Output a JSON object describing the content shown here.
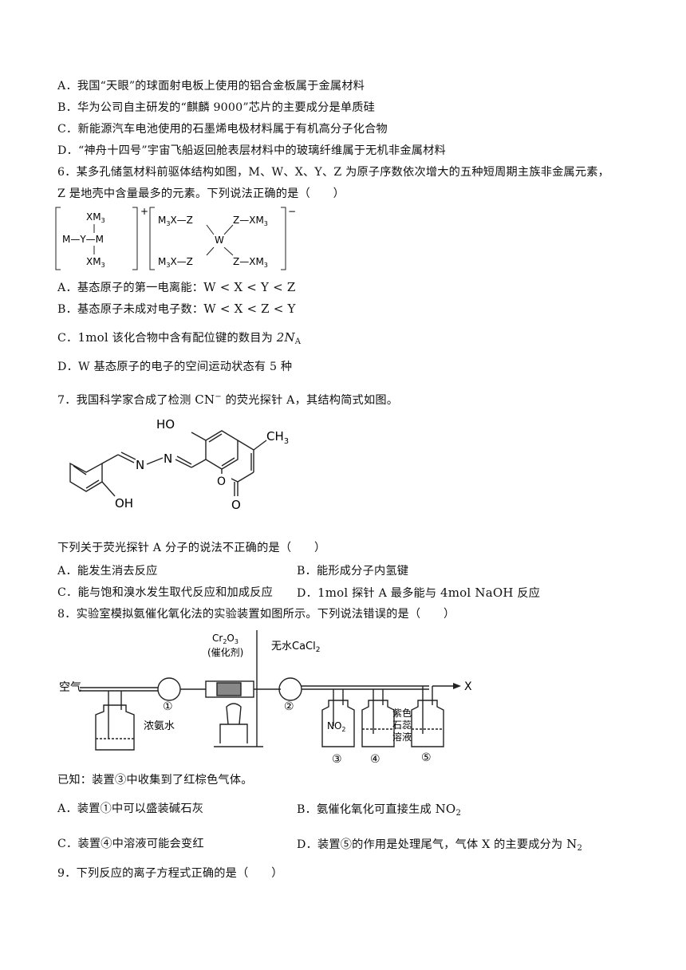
{
  "q5": {
    "A": "A．我国“天眼”的球面射电板上使用的铝合金板属于金属材料",
    "B": "B．华为公司自主研发的“麒麟 9000”芯片的主要成分是单质硅",
    "C": "C．新能源汽车电池使用的石墨烯电极材料属于有机高分子化合物",
    "D": "D．“神舟十四号”宇宙飞船返回舱表层材料中的玻璃纤维属于无机非金属材料"
  },
  "q6": {
    "stem1": "6．某多孔储氢材料前驱体结构如图，M、W、X、Y、Z 为原子序数依次增大的五种短周期主族非金属元素，",
    "stem2": "Z 是地壳中含量最多的元素。下列说法正确的是（　　）",
    "structure": {
      "cation_top": "XM",
      "cation_bottom": "XM",
      "cation_left": "M—Y—M",
      "cation_charge": "+",
      "anion_tl": "M",
      "anion_tr": "Z—XM",
      "anion_bl": "M",
      "anion_br": "Z—XM",
      "anion_center": "W",
      "anion_charge": "−"
    },
    "A_pre": "A．基态原子的第一电离能：",
    "A_expr": "W < X < Y < Z",
    "B_pre": "B．基态原子未成对电子数：",
    "B_expr": "W < X < Z < Y",
    "C_pre": "C．",
    "C_num": "1mol",
    "C_mid": " 该化合物中含有配位键的数目为 ",
    "C_val": "2N",
    "C_sub": "A",
    "D": "D．W 基态原子的电子的空间运动状态有 5 种"
  },
  "q7": {
    "stem_pre": "7．我国科学家合成了检测 ",
    "stem_ion": "CN",
    "stem_sup": "−",
    "stem_post": " 的荧光探针 A，其结构简式如图。",
    "labels": {
      "ho_top": "HO",
      "ch3": "CH",
      "oh": "OH",
      "o_ring": "O",
      "o_carbonyl": "O",
      "n1": "N",
      "n2": "N"
    },
    "question": "下列关于荧光探针 A 分子的说法不正确的是（　　）",
    "A": "A．能发生消去反应",
    "B": "B．能形成分子内氢键",
    "C": "C．能与饱和溴水发生取代反应和加成反应",
    "D_pre": "D．",
    "D_num": "1mol",
    "D_mid": " 探针 A 最多能与 ",
    "D_val": "4mol NaOH",
    "D_post": " 反应"
  },
  "q8": {
    "stem": "8．实验室模拟氨催化氧化法的实验装置如图所示。下列说法错误的是（　　）",
    "apparatus": {
      "air": "空气",
      "catalyst_formula": "Cr",
      "catalyst_name": "(催化剂)",
      "drying": "无水CaCl",
      "ammonia": "浓氨水",
      "no2": "NO",
      "litmus1": "紫色",
      "litmus2": "石蕊",
      "litmus3": "溶液",
      "out": "X",
      "n1": "①",
      "n2": "②",
      "n3": "③",
      "n4": "④",
      "n5": "⑤"
    },
    "known": "已知：装置③中收集到了红棕色气体。",
    "A": "A．装置①中可以盛装碱石灰",
    "B_pre": "B．氨催化氧化可直接生成 ",
    "B_val": "NO",
    "B_sub": "2",
    "C": "C．装置④中溶液可能会变红",
    "D_pre": "D．装置⑤的作用是处理尾气，气体 X 的主要成分为 ",
    "D_val": "N",
    "D_sub": "2"
  },
  "q9": {
    "stem": "9．下列反应的离子方程式正确的是（　　）"
  }
}
